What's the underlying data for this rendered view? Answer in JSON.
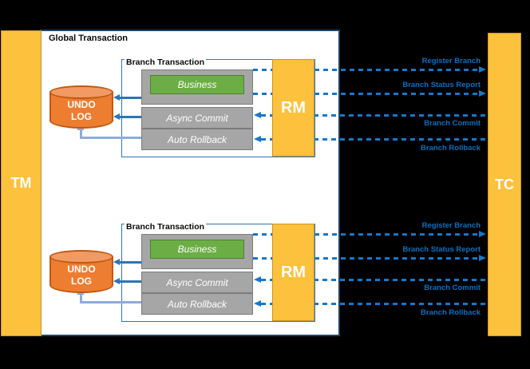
{
  "actors": {
    "tm": "TM",
    "tc": "TC"
  },
  "global_transaction": {
    "label": "Global Transaction"
  },
  "branches": [
    {
      "label": "Branch Transaction",
      "resource_manager": "RM",
      "undo_log": [
        "UNDO",
        "LOG"
      ],
      "business": "Business",
      "async_commit": "Async Commit",
      "auto_rollback": "Auto Rollback",
      "messages": [
        {
          "label": "Register Branch",
          "direction": "to-tc"
        },
        {
          "label": "Branch Status Report",
          "direction": "to-tc"
        },
        {
          "label": "Branch Commit",
          "direction": "to-rm"
        },
        {
          "label": "Branch Rollback",
          "direction": "to-rm"
        }
      ]
    },
    {
      "label": "Branch Transaction",
      "resource_manager": "RM",
      "undo_log": [
        "UNDO",
        "LOG"
      ],
      "business": "Business",
      "async_commit": "Async Commit",
      "auto_rollback": "Auto Rollback",
      "messages": [
        {
          "label": "Register Branch",
          "direction": "to-tc"
        },
        {
          "label": "Branch Status Report",
          "direction": "to-tc"
        },
        {
          "label": "Branch Commit",
          "direction": "to-rm"
        },
        {
          "label": "Branch Rollback",
          "direction": "to-rm"
        }
      ]
    }
  ],
  "colors": {
    "actor_bar": "#FCC13D",
    "undo_log_cylinder": "#ED7D31",
    "business_box": "#6CAE45",
    "commit_rollback_box": "#A6A6A6",
    "message_line": "#1777C8",
    "message_label": "#0C6FC0",
    "background": "#000000"
  }
}
